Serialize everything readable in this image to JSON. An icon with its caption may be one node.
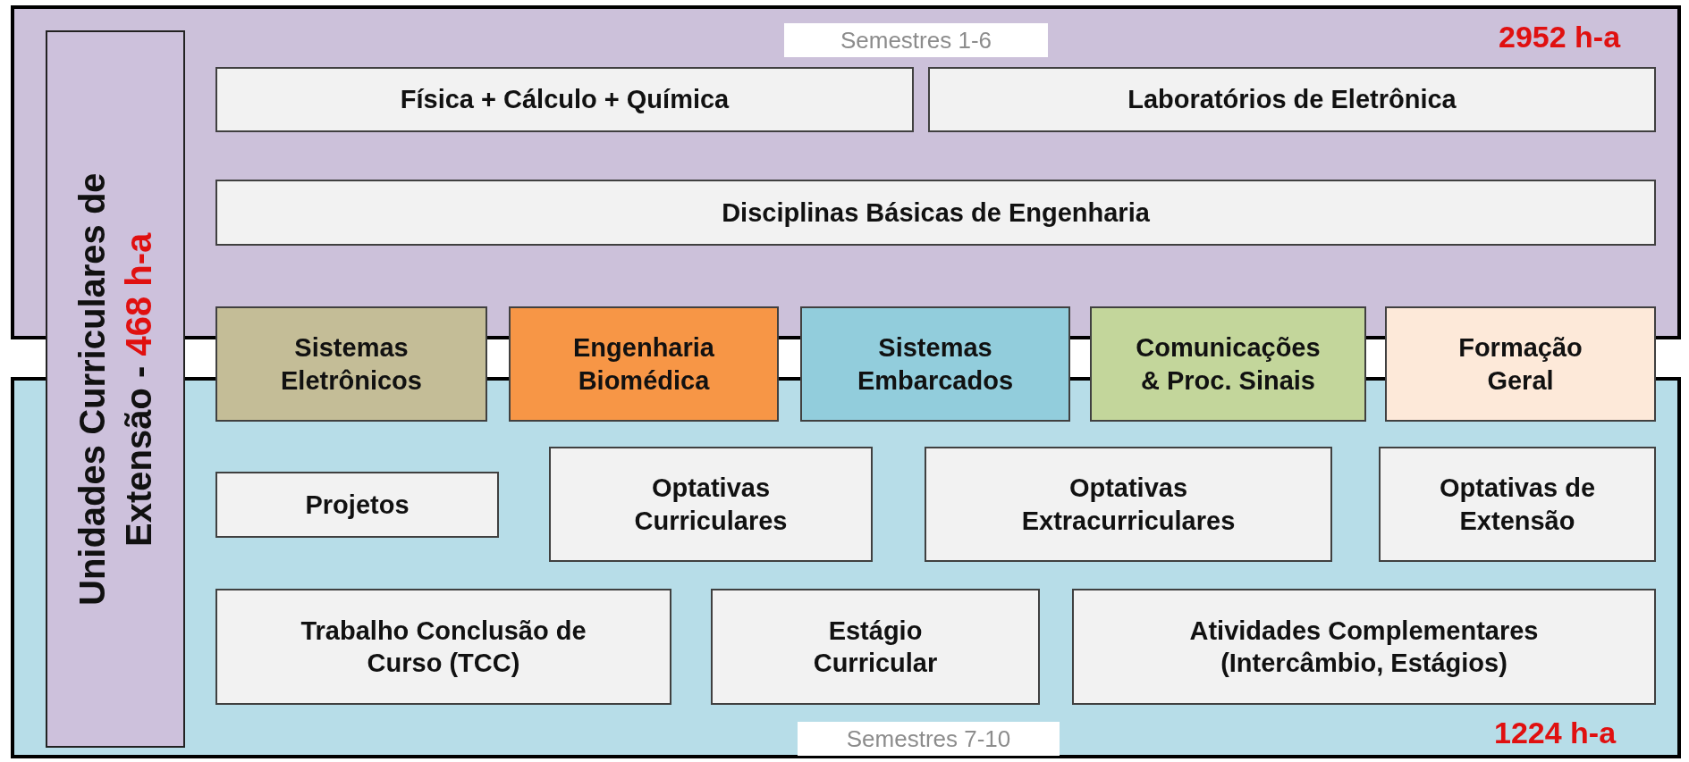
{
  "diagram": {
    "nodes": [
      {
        "text": [
          "Unidades Curriculares de Extensão -",
          "468 h-a"
        ]
      },
      {
        "text": [
          "Semestres 1-6",
          "2952 h-a"
        ]
      },
      {
        "text": [
          "Física + Cálculo + Química"
        ],
        "in": 1
      },
      {
        "text": [
          "Laboratórios de Eletrônica"
        ],
        "in": 1
      },
      {
        "text": [
          "Disciplinas Básicas de Engenharia"
        ],
        "in": 1
      },
      {
        "text": [
          "Sistemas Eletrônicos"
        ]
      },
      {
        "text": [
          "Engenharia Biomédica"
        ]
      },
      {
        "text": [
          "Sistemas Embarcados"
        ]
      },
      {
        "text": [
          "Comunicações & Proc. Sinais"
        ]
      },
      {
        "text": [
          "Formação Geral"
        ]
      },
      {
        "text": [
          "Semestres 7-10",
          "1224 h-a"
        ]
      },
      {
        "text": [
          "Projetos"
        ],
        "in": 10
      },
      {
        "text": [
          "Optativas Curriculares"
        ],
        "in": 10
      },
      {
        "text": [
          "Optativas Extracurriculares"
        ],
        "in": 10
      },
      {
        "text": [
          "Optativas de Extensão"
        ],
        "in": 10
      },
      {
        "text": [
          "Trabalho Conclusão de Curso (TCC)"
        ],
        "in": 10
      },
      {
        "text": [
          "Estágio Curricular"
        ],
        "in": 10
      },
      {
        "text": [
          "Atividades Complementares (Intercâmbio, Estágios)"
        ],
        "in": 10
      }
    ]
  }
}
